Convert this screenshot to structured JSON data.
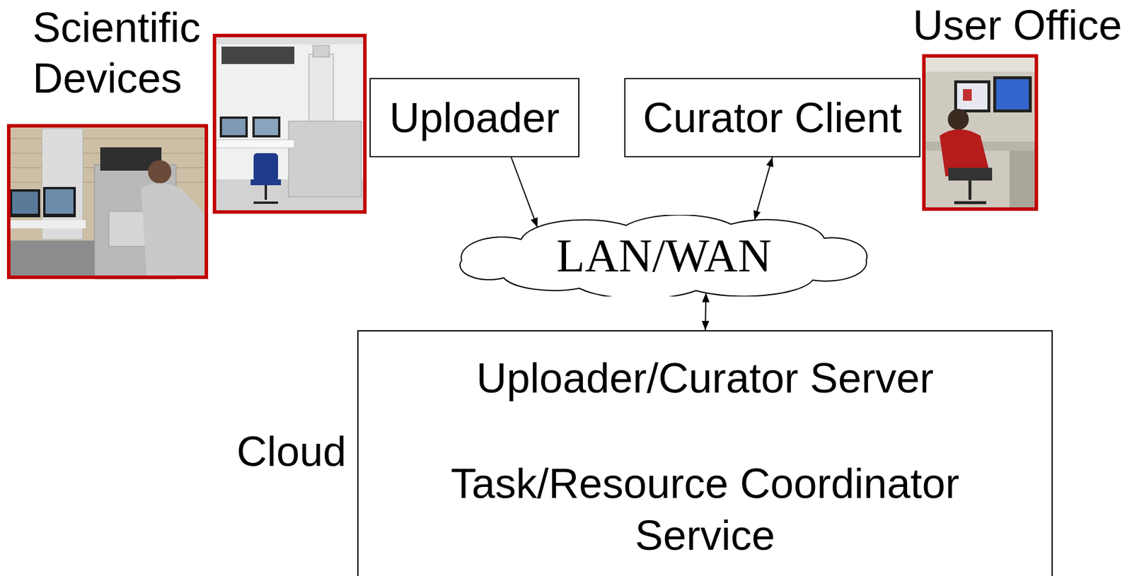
{
  "diagram": {
    "nodes": [
      {
        "text": [
          "Uploader"
        ]
      },
      {
        "text": [
          "Curator Client"
        ]
      },
      {
        "text": [
          "LAN/WAN"
        ]
      },
      {
        "text": [
          "Uploader/Curator Server",
          "Task/Resource Coordinator Service"
        ]
      }
    ],
    "edges": [
      {
        "from": 0,
        "to": 2,
        "arrow": "to"
      },
      {
        "from": 1,
        "to": 2,
        "arrow": "both"
      },
      {
        "from": 2,
        "to": 3,
        "arrow": "both"
      }
    ],
    "labels": [
      "Scientific Devices",
      "User Office",
      "Cloud"
    ]
  }
}
